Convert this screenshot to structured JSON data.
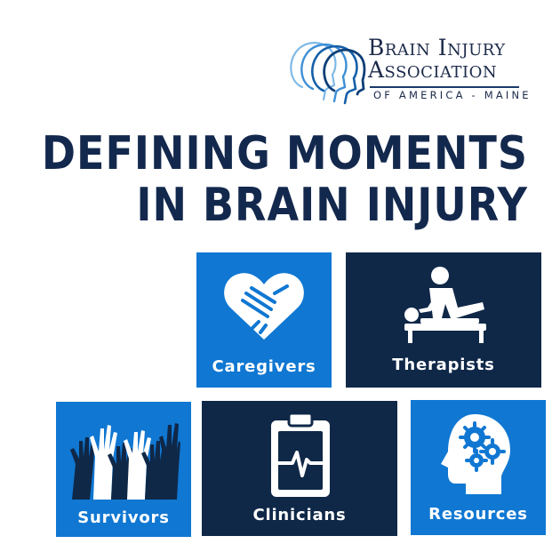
{
  "logo": {
    "line1": "Brain Injury",
    "line2": "Association",
    "line3": "OF AMERICA - MAINE",
    "icon": "layered-heads-icon"
  },
  "title": {
    "line1": "DEFINING MOMENTS",
    "line2": "IN BRAIN INJURY"
  },
  "tiles": {
    "caregivers": {
      "label": "Caregivers",
      "icon": "handshake-heart-icon"
    },
    "therapists": {
      "label": "Therapists",
      "icon": "massage-therapy-icon"
    },
    "survivors": {
      "label": "Survivors",
      "icon": "raised-hands-icon"
    },
    "clinicians": {
      "label": "Clinicians",
      "icon": "clipboard-heartbeat-icon"
    },
    "resources": {
      "label": "Resources",
      "icon": "head-gears-icon"
    }
  },
  "colors": {
    "navy": "#0f2848",
    "blue": "#1077d2",
    "title": "#13284d"
  }
}
